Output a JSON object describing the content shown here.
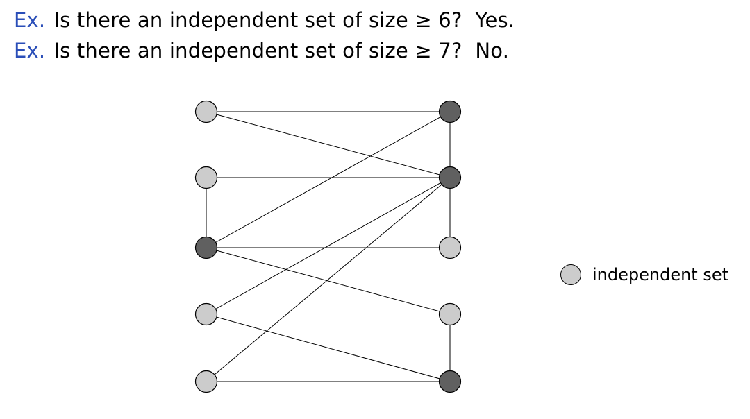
{
  "questions": [
    {
      "prefix": "Ex.",
      "text": "Is there an independent set of size ≥ 6?  Yes."
    },
    {
      "prefix": "Ex.",
      "text": "Is there an independent set of size ≥ 7?  No."
    }
  ],
  "colors": {
    "ex_prefix": "#2a4eb8",
    "independent_node": "#cccccc",
    "other_node": "#606060",
    "edge": "#000000"
  },
  "graph": {
    "nodes": [
      {
        "id": "L1",
        "independent": true
      },
      {
        "id": "L2",
        "independent": true
      },
      {
        "id": "L3",
        "independent": false
      },
      {
        "id": "L4",
        "independent": true
      },
      {
        "id": "L5",
        "independent": true
      },
      {
        "id": "R1",
        "independent": false
      },
      {
        "id": "R2",
        "independent": false
      },
      {
        "id": "R3",
        "independent": true
      },
      {
        "id": "R4",
        "independent": true
      },
      {
        "id": "R5",
        "independent": false
      }
    ],
    "edges": [
      [
        "L1",
        "R1"
      ],
      [
        "L1",
        "R2"
      ],
      [
        "L2",
        "R2"
      ],
      [
        "L2",
        "L3"
      ],
      [
        "L3",
        "R1"
      ],
      [
        "L3",
        "R3"
      ],
      [
        "L3",
        "R4"
      ],
      [
        "L4",
        "R2"
      ],
      [
        "L4",
        "R5"
      ],
      [
        "L5",
        "R2"
      ],
      [
        "L5",
        "R5"
      ],
      [
        "R1",
        "R2"
      ],
      [
        "R2",
        "R3"
      ],
      [
        "R4",
        "R5"
      ]
    ]
  },
  "legend": {
    "label": "independent set"
  }
}
